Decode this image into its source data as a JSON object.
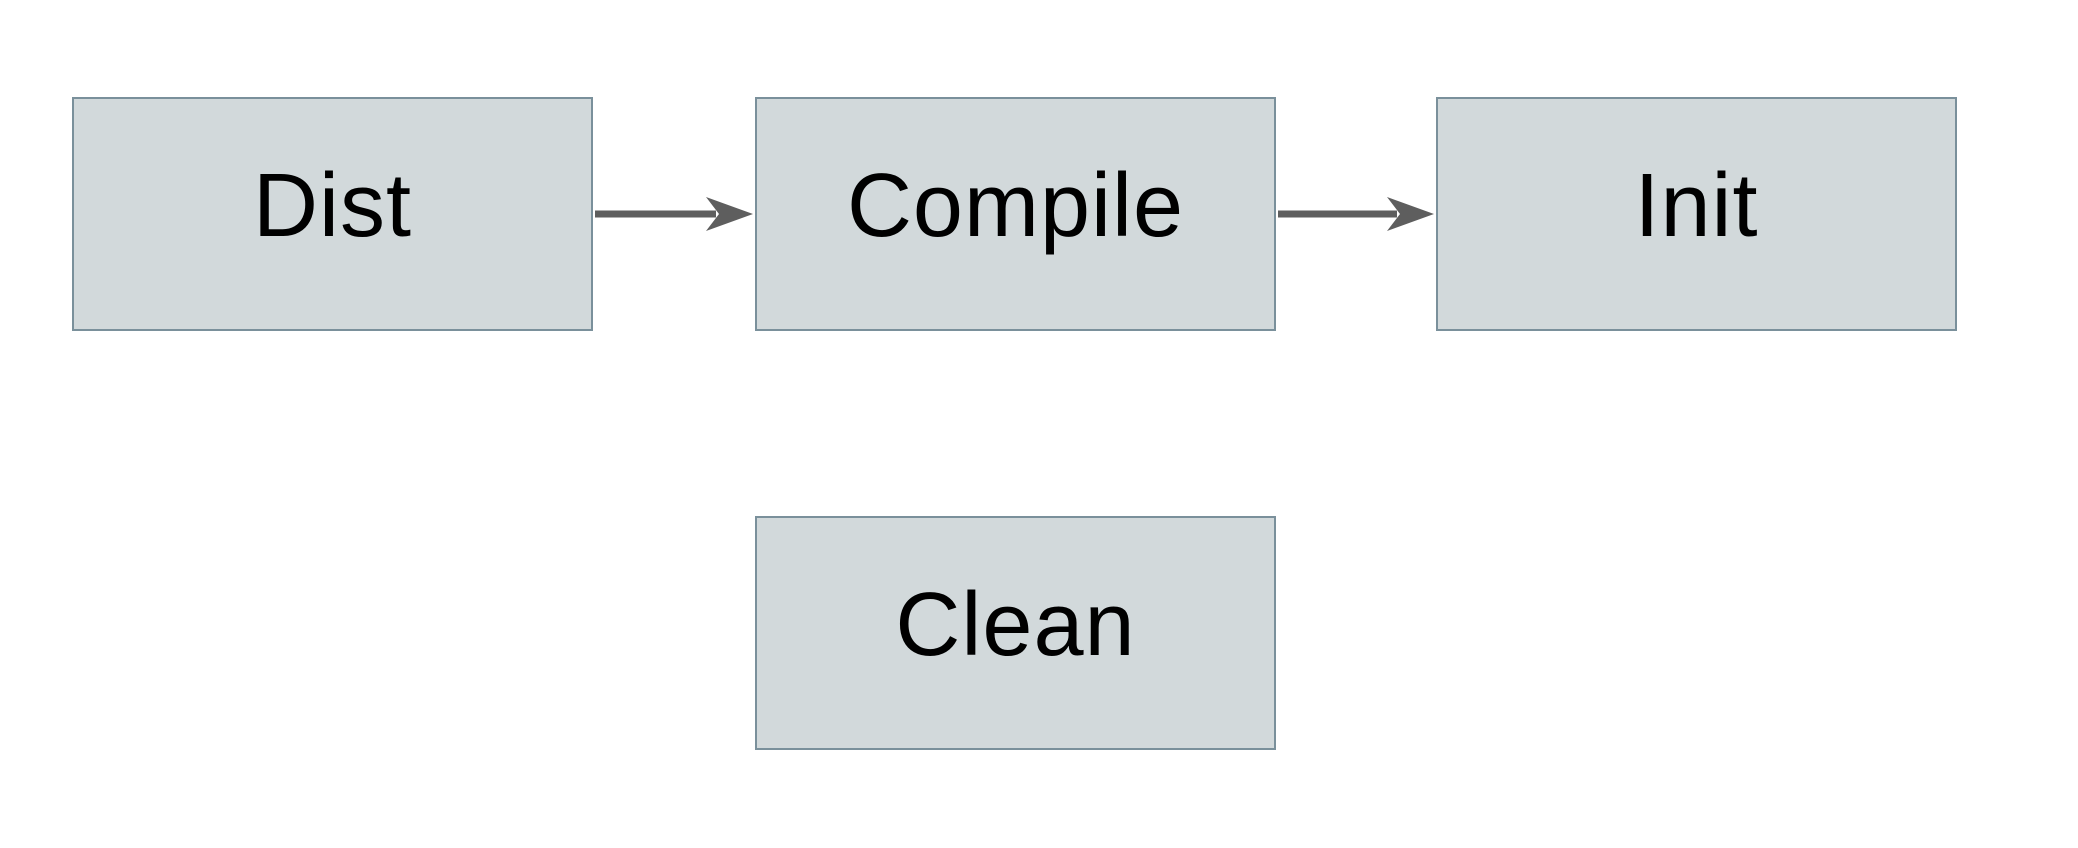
{
  "diagram": {
    "nodes": [
      {
        "id": "dist",
        "label": "Dist"
      },
      {
        "id": "compile",
        "label": "Compile"
      },
      {
        "id": "init",
        "label": "Init"
      },
      {
        "id": "clean",
        "label": "Clean"
      }
    ],
    "edges": [
      {
        "from": "dist",
        "to": "compile"
      },
      {
        "from": "compile",
        "to": "init"
      }
    ],
    "colors": {
      "node_fill": "#d2d9db",
      "node_border": "#7a909b",
      "arrow": "#5e5e5e",
      "text": "#000000",
      "background": "#ffffff"
    }
  }
}
